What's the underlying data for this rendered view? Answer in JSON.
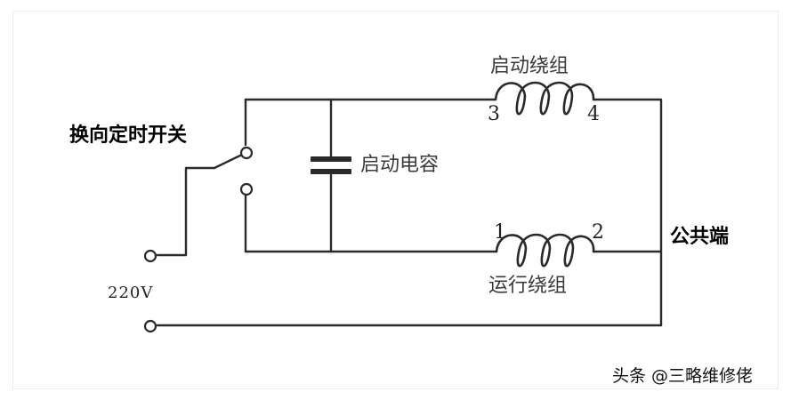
{
  "labels": {
    "timer_switch": "换向定时开关",
    "start_capacitor": "启动电容",
    "start_winding": "启动绕组",
    "run_winding": "运行绕组",
    "common_terminal": "公共端",
    "voltage": "220V"
  },
  "terminals": {
    "t1": "1",
    "t2": "2",
    "t3": "3",
    "t4": "4"
  },
  "watermark": "头条 @三略维修佬",
  "colors": {
    "wire": "#2a2a2a",
    "background": "#ffffff"
  }
}
